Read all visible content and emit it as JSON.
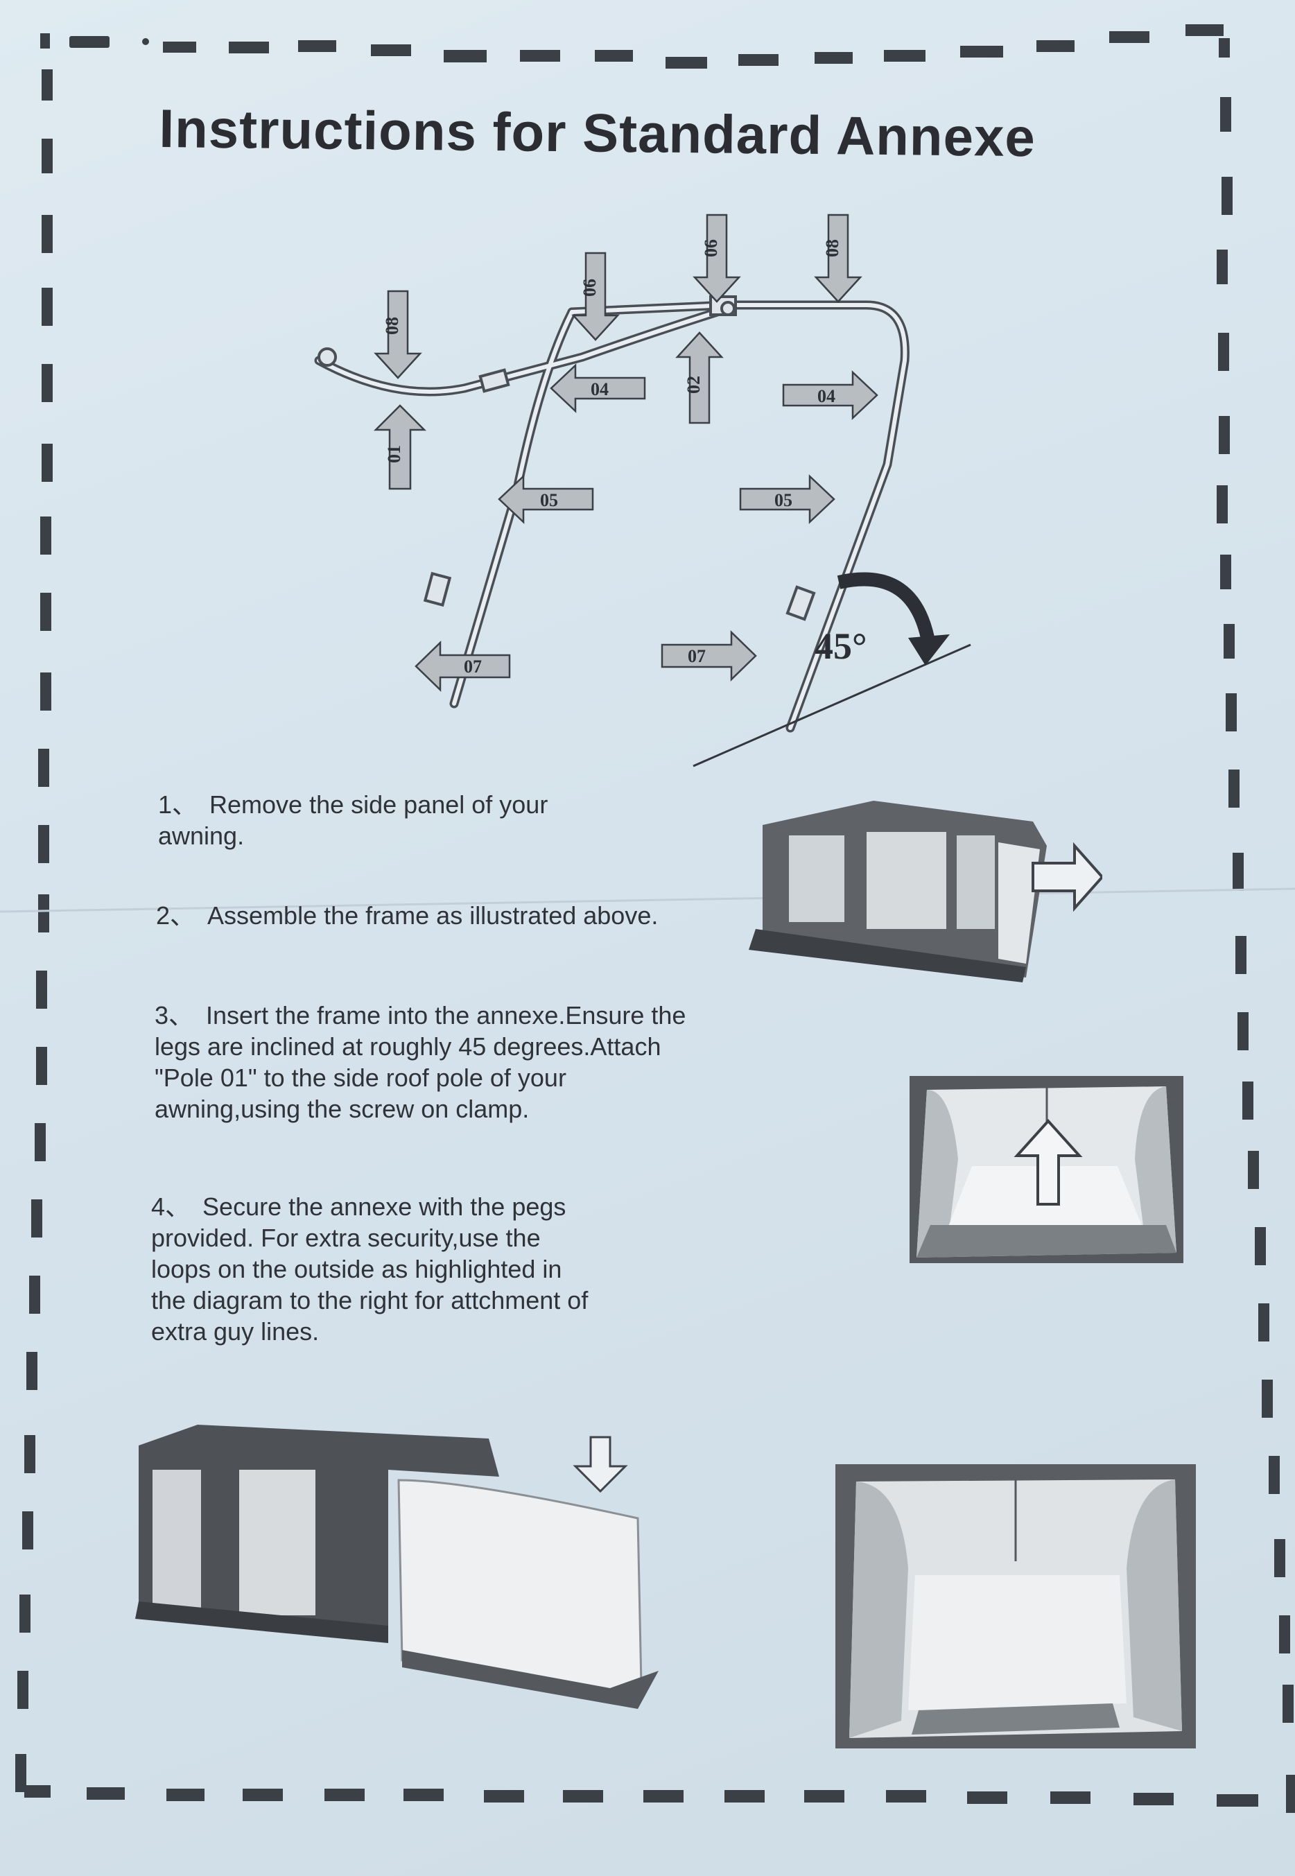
{
  "document": {
    "title": "Instructions for Standard Annexe"
  },
  "diagram": {
    "pole_labels": {
      "p01": "01",
      "p02": "02",
      "p04_left": "04",
      "p04_right": "04",
      "p05_left": "05",
      "p05_right": "05",
      "p06_left": "06",
      "p06_right": "06",
      "p07_left": "07",
      "p07_right": "07",
      "p08_left": "08",
      "p08_right": "08"
    },
    "angle_label": "45°"
  },
  "steps": [
    {
      "number": "1、",
      "lines": [
        "Remove the side panel of your",
        "awning."
      ]
    },
    {
      "number": "2、",
      "lines": [
        "Assemble the frame as illustrated above."
      ]
    },
    {
      "number": "3、",
      "lines": [
        "Insert the frame into the annexe.Ensure the",
        "legs are inclined at roughly 45 degrees.Attach",
        "\"Pole 01\" to the side roof pole of your",
        "awning,using the screw on clamp."
      ]
    },
    {
      "number": "4、",
      "lines": [
        "Secure the annexe with the pegs",
        "provided. For extra security,use the",
        "loops on the outside as highlighted in",
        "the diagram to the right for attchment of",
        "extra guy lines."
      ]
    }
  ],
  "colors": {
    "paper": "#d8e4ec",
    "ink": "#2b2d33",
    "photo_gray": "#6f7378",
    "photo_light": "#e6e9ec"
  }
}
